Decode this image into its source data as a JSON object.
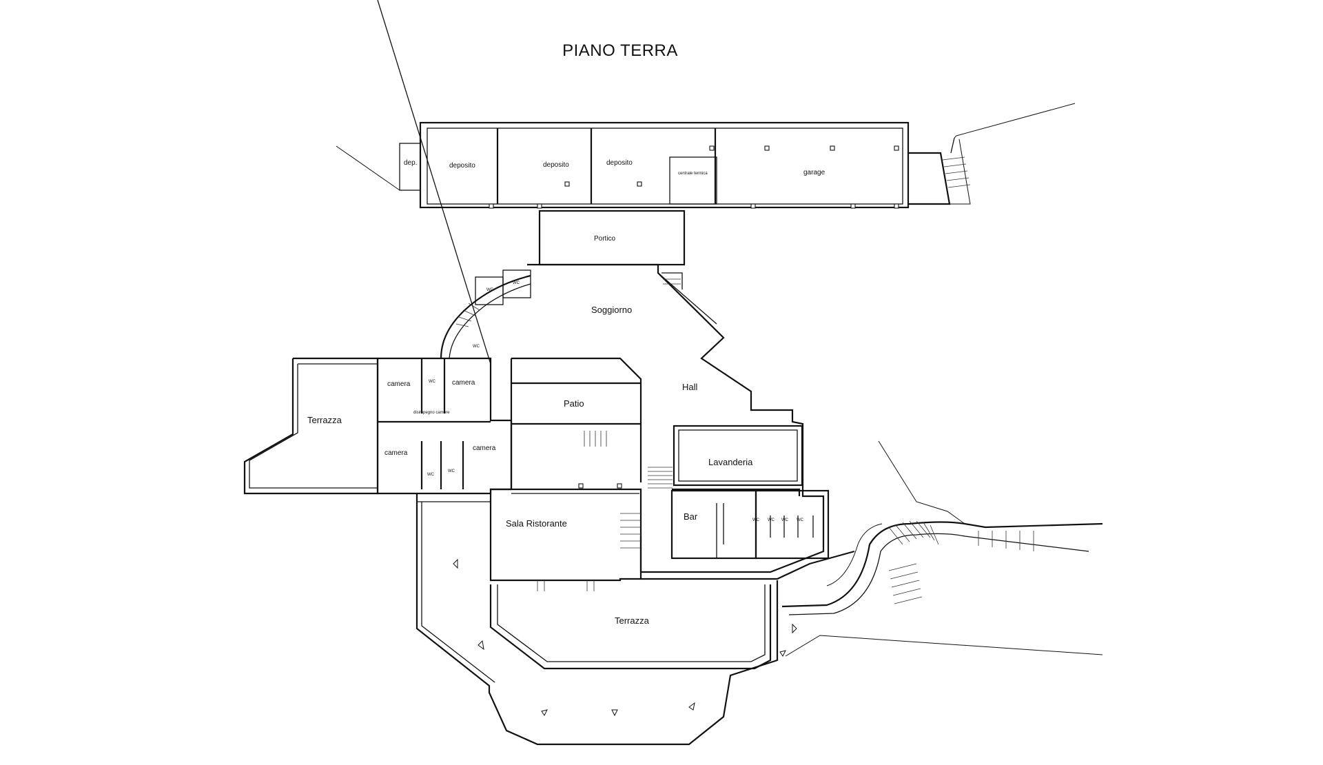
{
  "title": "PIANO TERRA",
  "rooms": {
    "dep": "dep.",
    "deposito_1": "deposito",
    "deposito_2": "deposito",
    "deposito_3": "deposito",
    "centrale_termica": "centrale termica",
    "garage": "garage",
    "portico": "Portico",
    "soggiorno": "Soggiorno",
    "wc_top_1": "WC",
    "wc_top_2": "WC",
    "wc_top_3": "WC",
    "camera_1": "camera",
    "camera_2": "camera",
    "camera_3": "camera",
    "camera_4": "camera",
    "wc_room_1": "WC",
    "wc_room_2": "WC",
    "wc_room_3": "WC",
    "disimpegno": "disimpegno camere",
    "terrazza_left": "Terrazza",
    "patio": "Patio",
    "hall": "Hall",
    "lavanderia": "Lavanderia",
    "sala_ristorante": "Sala Ristorante",
    "bar": "Bar",
    "wc_bar_1": "WC",
    "wc_bar_2": "WC",
    "wc_bar_3": "WC",
    "wc_bar_4": "WC",
    "terrazza_bottom": "Terrazza"
  }
}
